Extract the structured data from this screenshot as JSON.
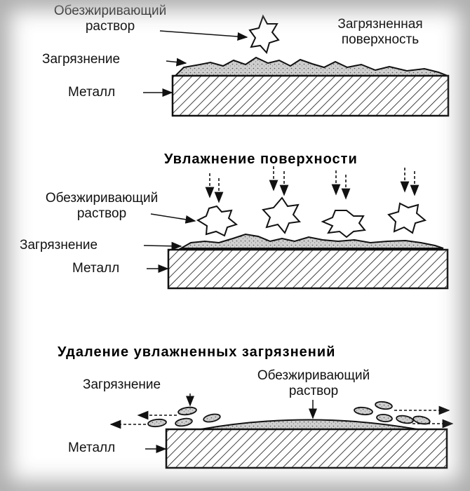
{
  "colors": {
    "ink": "#111111",
    "background": "#ffffff",
    "contaminant": "#c8c8c8"
  },
  "panel1": {
    "label_solution_line1": "Обезжиривающий",
    "label_solution_line2": "раствор",
    "label_surface_line1": "Загрязненная",
    "label_surface_line2": "поверхность",
    "label_contamination": "Загрязнение",
    "label_metal": "Металл"
  },
  "panel2": {
    "title": "Увлажнение поверхности",
    "label_solution_line1": "Обезжиривающий",
    "label_solution_line2": "раствор",
    "label_contamination": "Загрязнение",
    "label_metal": "Металл"
  },
  "panel3": {
    "title": "Удаление увлажненных загрязнений",
    "label_contamination": "Загрязнение",
    "label_solution_line1": "Обезжиривающий",
    "label_solution_line2": "раствор",
    "label_metal": "Металл"
  }
}
